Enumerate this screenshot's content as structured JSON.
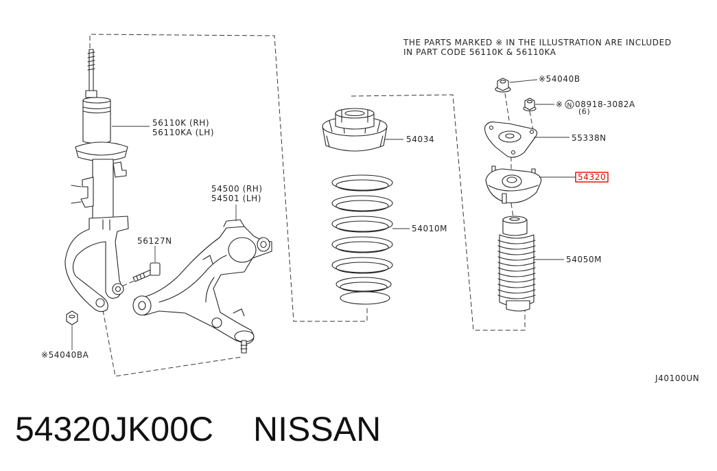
{
  "note": {
    "line1": "THE PARTS MARKED  ※ IN THE ILLUSTRATION ARE INCLUDED",
    "line2": "IN PART CODE 56110K & 56110KA"
  },
  "labels": {
    "p54040B": "※54040B",
    "p08918_mark": "※",
    "p08918_circle": "N",
    "p08918": "08918-3082A",
    "p08918_qty": "(6)",
    "p54034": "54034",
    "p55338N": "55338N",
    "p54320": "54320",
    "p56110K": "56110K (RH)",
    "p56110KA": "56110KA (LH)",
    "p54500": "54500 (RH)",
    "p54501": "54501 (LH)",
    "p54010M": "54010M",
    "p56127N": "56127N",
    "p54050M": "54050M",
    "p54040BA": "※54040BA",
    "ref": "J40100UN"
  },
  "caption": {
    "part_number": "54320JK00C",
    "brand": "NISSAN"
  },
  "colors": {
    "highlight": "#e00000",
    "line": "#222222",
    "background": "#ffffff"
  }
}
